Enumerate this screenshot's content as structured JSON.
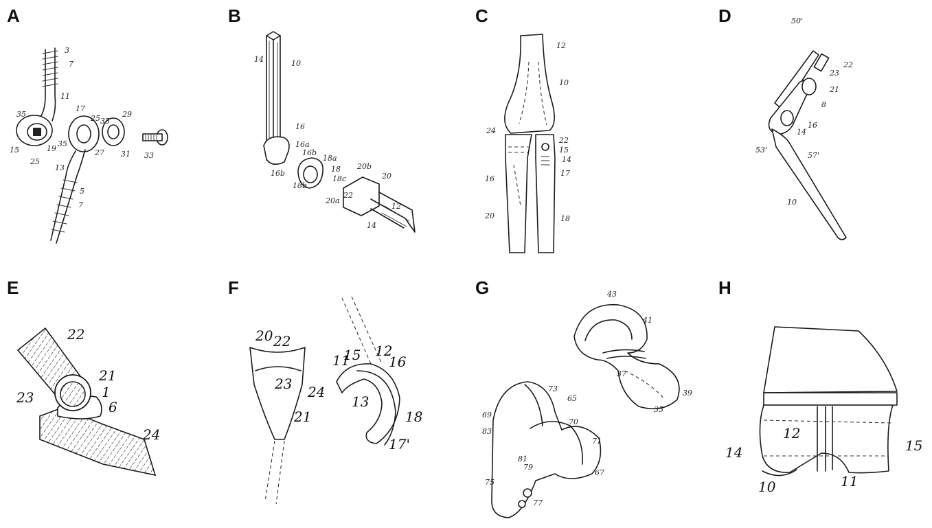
{
  "panels": {
    "A": {
      "label": "A",
      "callouts": [
        "3",
        "7",
        "11",
        "35",
        "15",
        "25",
        "19",
        "35",
        "17",
        "25",
        "35",
        "27",
        "29",
        "31",
        "33",
        "13",
        "5",
        "7"
      ]
    },
    "B": {
      "label": "B",
      "callouts": [
        "14",
        "10",
        "16",
        "16a",
        "16b",
        "16b",
        "18a",
        "18",
        "18c",
        "18b",
        "20b",
        "20",
        "20a",
        "22",
        "12",
        "14"
      ]
    },
    "C": {
      "label": "C",
      "callouts": [
        "12",
        "10",
        "24",
        "22",
        "15",
        "14",
        "17",
        "16",
        "20",
        "18"
      ]
    },
    "D": {
      "label": "D",
      "callouts": [
        "50'",
        "22",
        "23",
        "21",
        "8",
        "16",
        "14",
        "57'",
        "53'",
        "10"
      ]
    },
    "E": {
      "label": "E",
      "callouts": [
        "22",
        "21",
        "23",
        "1",
        "6",
        "24"
      ]
    },
    "F": {
      "label": "F",
      "callouts": [
        "20",
        "22",
        "23",
        "24",
        "21",
        "11",
        "15",
        "12",
        "16",
        "13",
        "18",
        "17'"
      ]
    },
    "G": {
      "label": "G",
      "callouts": [
        "43",
        "41",
        "37",
        "39",
        "35",
        "73",
        "65",
        "69",
        "83",
        "70",
        "71",
        "81",
        "79",
        "67",
        "75",
        "77"
      ]
    },
    "H": {
      "label": "H",
      "callouts": [
        "12",
        "14",
        "15",
        "10",
        "11"
      ]
    }
  }
}
